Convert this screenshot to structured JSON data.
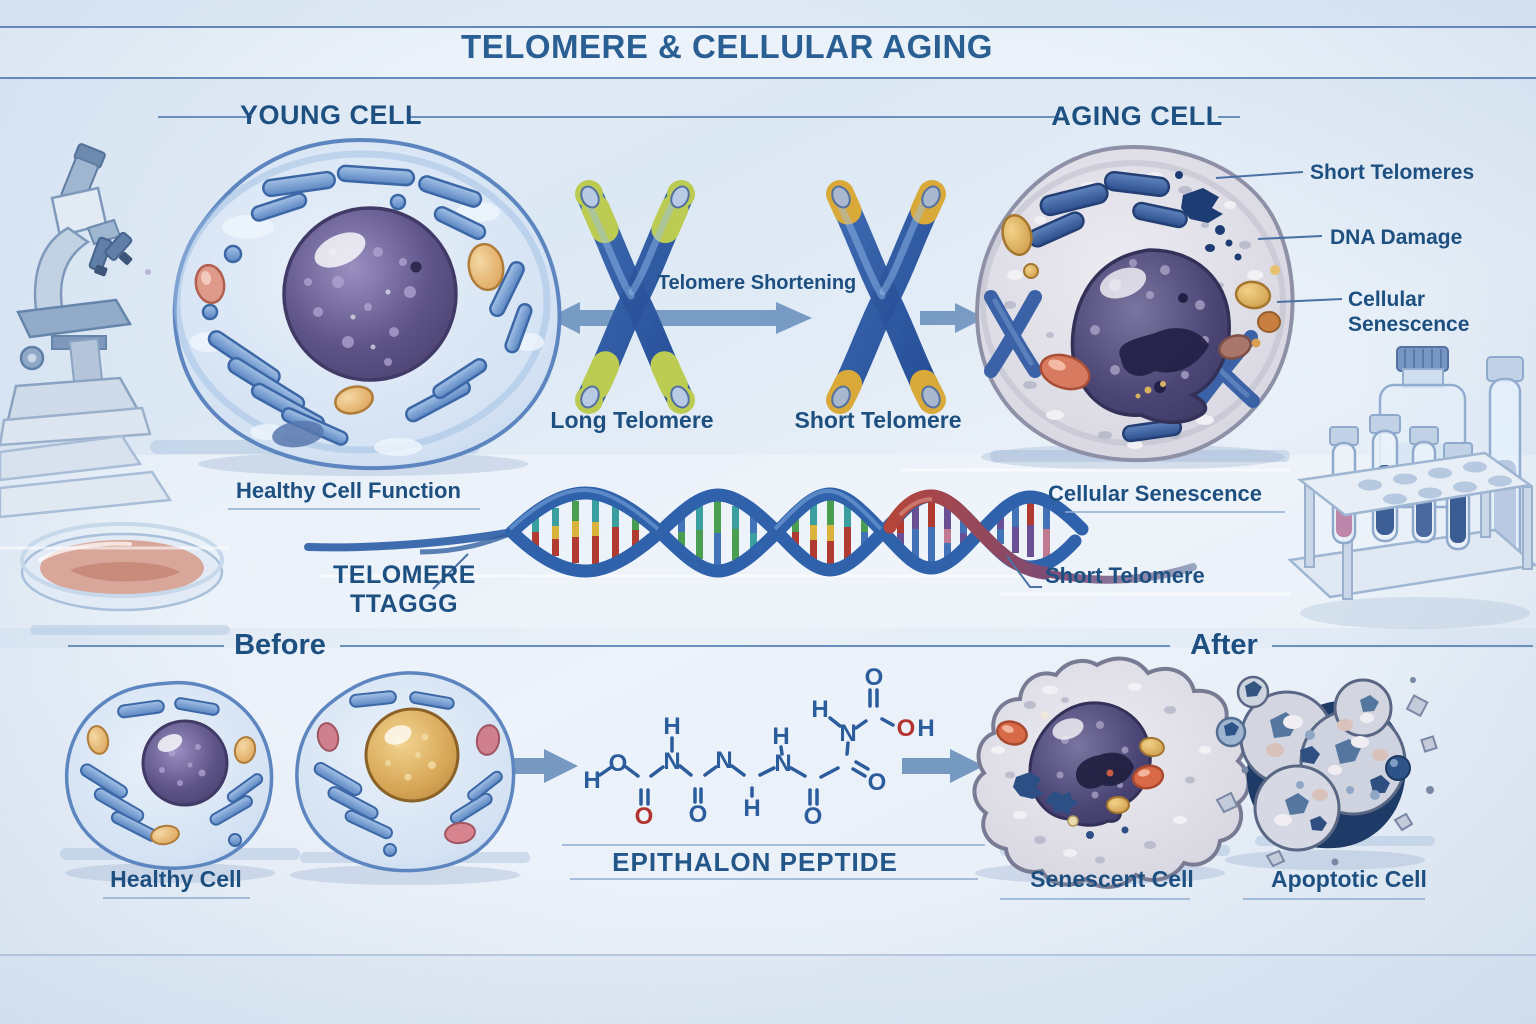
{
  "title": "TELOMERE & CELLULAR AGING",
  "young": {
    "heading": "YOUNG CELL",
    "caption": "Healthy Cell Function"
  },
  "aging": {
    "heading": "AGING CELL",
    "labels": {
      "short_telomeres": "Short Telomeres",
      "dna_damage": "DNA Damage",
      "cellular_line1": "Cellular",
      "cellular_line2": "Senescence"
    }
  },
  "chromosomes": {
    "process": "Telomere Shortening",
    "long": "Long Telomere",
    "short": "Short Telomere"
  },
  "dna": {
    "telomere": "TELOMERE",
    "sequence": "TTAGGG",
    "senescence": "Cellular Senescence",
    "short_telomere": "Short Telomere"
  },
  "therapy": {
    "before": "Before",
    "after": "After",
    "healthy": "Healthy Cell",
    "peptide": "EPITHALON PEPTIDE",
    "senescent": "Senescent Cell",
    "apoptotic": "Apoptotic Cell"
  },
  "molecule": {
    "atoms": {
      "h0": "H",
      "o1": "O",
      "o_red": "O",
      "h1": "H",
      "n1": "N",
      "o2": "O",
      "n2": "N",
      "h3": "H",
      "h3a": "H",
      "n3": "N",
      "o4": "O",
      "h4": "H",
      "n4": "N",
      "o5": "O",
      "o6": "O",
      "oh_o": "O",
      "oh_h": "H"
    }
  },
  "colors": {
    "label_text": "#1d5080",
    "title_text": "#2a5f93",
    "rule_line": "#5b85b7",
    "arrow": "#7095c0",
    "chromosome_blue": "#2f5fa8",
    "telomere_band_long": "#bccb51",
    "telomere_band_short": "#d9a93a",
    "atom_blue": "#2b5c9c",
    "atom_red": "#b23430",
    "nucleus_purple": "#49406f",
    "aging_gray": "#cecdd9"
  }
}
